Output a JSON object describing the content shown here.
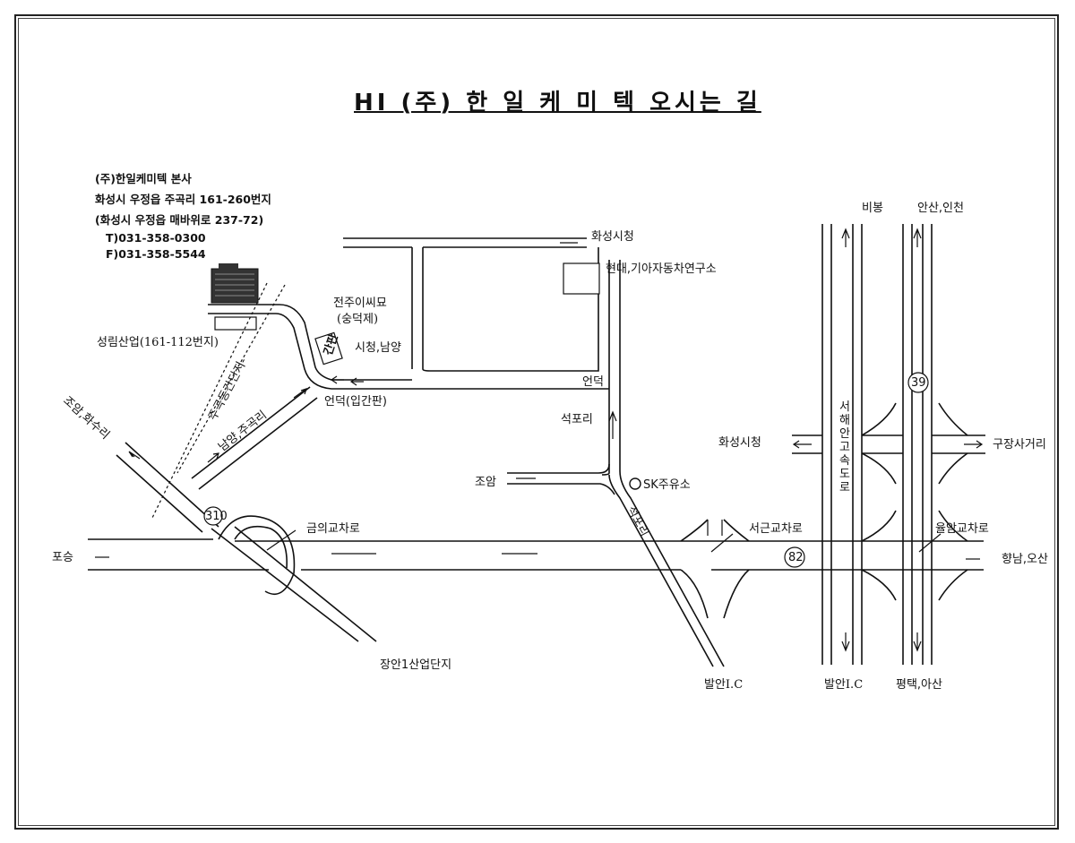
{
  "title": "HI (주) 한 일 케 미 텍 오시는 길",
  "company": {
    "name": "(주)한일케미텍 본사",
    "address": "화성시 우정읍 주곡리 161-260번지",
    "road_address": "(화성시 우정읍 매바위로 237-72)",
    "tel": "T)031-358-0300",
    "fax": "F)031-358-5544"
  },
  "labels": {
    "hwaseong_city_hall_top": "화성시청",
    "hyundai_kia": "현대,기아자동차연구소",
    "jeonju_tomb": "전주이씨묘",
    "sungdeokje": "(숭덕제)",
    "signboard": "간판",
    "to_cityhall_namyang": "시청,남양",
    "hill_signboard": "언덕(입간판)",
    "hill": "언덕",
    "seokpori": "석포리",
    "joam_mid": "조암",
    "sk_station": "SK주유소",
    "seongrim": "성림산업(161-112번지)",
    "joam_hwasuri": "조암,화수리",
    "namyang_jugokri": "남양,주곡리",
    "jugok_dongsandan": "주곡동간단지-",
    "route_310": "310",
    "geumui_intersection": "금의교차로",
    "poseung": "포승",
    "jangan_industrial": "장안1산업단지",
    "seokpori_road": "석포리",
    "balan_ic_1": "발안I.C",
    "seogeun_intersection": "서근교차로",
    "route_82": "82",
    "bibong": "비봉",
    "ansan_incheon": "안산,인천",
    "west_coast_expressway": "서해안고속도로",
    "route_39": "39",
    "hwaseong_city_hall_right": "화성시청",
    "gujang_crossroads": "구장사거리",
    "yulam_intersection": "율암교차로",
    "hyangnam_osan": "향남,오산",
    "balan_ic_2": "발안I.C",
    "pyeongtaek_asan": "평택,아산"
  }
}
